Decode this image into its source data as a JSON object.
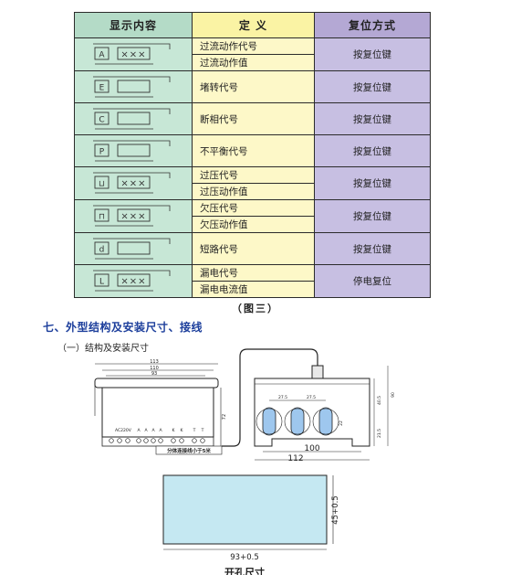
{
  "table": {
    "headers": [
      "显示内容",
      "定  义",
      "复位方式"
    ],
    "rows": [
      {
        "code": "A",
        "digits": "×××",
        "defs": [
          "过流动作代号",
          "过流动作值"
        ],
        "reset": "按复位键"
      },
      {
        "code": "E",
        "digits": "",
        "defs": [
          "堵转代号"
        ],
        "reset": "按复位键"
      },
      {
        "code": "C",
        "digits": "",
        "defs": [
          "断相代号"
        ],
        "reset": "按复位键"
      },
      {
        "code": "P",
        "digits": "",
        "defs": [
          "不平衡代号"
        ],
        "reset": "按复位键"
      },
      {
        "code": "⊔",
        "digits": "×××",
        "defs": [
          "过压代号",
          "过压动作值"
        ],
        "reset": "按复位键"
      },
      {
        "code": "⊓",
        "digits": "×××",
        "defs": [
          "欠压代号",
          "欠压动作值"
        ],
        "reset": "按复位键"
      },
      {
        "code": "d",
        "digits": "",
        "defs": [
          "短路代号"
        ],
        "reset": "按复位键"
      },
      {
        "code": "L",
        "digits": "×××",
        "defs": [
          "漏电代号",
          "漏电电流值"
        ],
        "reset": "停电复位"
      }
    ]
  },
  "caption": "（图三）",
  "section_title": "七、外型结构及安装尺寸、接线",
  "subsection": "（一）结构及安装尺寸",
  "drawing": {
    "dim_113": "113",
    "dim_110": "110",
    "dim_93": "93",
    "dim_72": "72",
    "terminal_label_left": "AC220V",
    "terminal_labels": [
      "A",
      "A",
      "A",
      "A",
      "K",
      "K",
      "T",
      "T"
    ],
    "cable_note": "分体连接线小于5米",
    "dim_27_5a": "27.5",
    "dim_27_5b": "27.5",
    "dim_22": "22",
    "dim_40_5": "40.5",
    "dim_90": "90",
    "dim_21_5": "21.5",
    "dim_100": "100",
    "dim_112": "112",
    "cutout_w": "93+0.5",
    "cutout_h": "45+0.5",
    "cutout_title": "开孔尺寸"
  }
}
